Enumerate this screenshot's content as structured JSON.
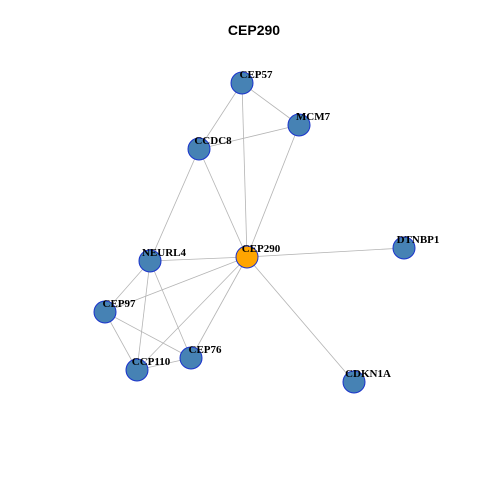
{
  "title": "CEP290",
  "colors": {
    "center_node": "#FFA500",
    "neighbor_node": "#4682B4",
    "node_border": "#1A33CC",
    "edge": "#B4B4B4"
  },
  "nodes": [
    {
      "id": "CEP290",
      "label": "CEP290",
      "role": "center"
    },
    {
      "id": "CEP57",
      "label": "CEP57",
      "role": "neighbor"
    },
    {
      "id": "MCM7",
      "label": "MCM7",
      "role": "neighbor"
    },
    {
      "id": "CCDC8",
      "label": "CCDC8",
      "role": "neighbor"
    },
    {
      "id": "NEURL4",
      "label": "NEURL4",
      "role": "neighbor"
    },
    {
      "id": "DTNBP1",
      "label": "DTNBP1",
      "role": "neighbor"
    },
    {
      "id": "CEP97",
      "label": "CEP97",
      "role": "neighbor"
    },
    {
      "id": "CEP76",
      "label": "CEP76",
      "role": "neighbor"
    },
    {
      "id": "CCP110",
      "label": "CCP110",
      "role": "neighbor"
    },
    {
      "id": "CDKN1A",
      "label": "CDKN1A",
      "role": "neighbor"
    }
  ],
  "edges": [
    [
      "CEP57",
      "MCM7"
    ],
    [
      "CEP57",
      "CCDC8"
    ],
    [
      "CEP57",
      "CEP290"
    ],
    [
      "MCM7",
      "CCDC8"
    ],
    [
      "MCM7",
      "CEP290"
    ],
    [
      "CCDC8",
      "CEP290"
    ],
    [
      "CCDC8",
      "NEURL4"
    ],
    [
      "NEURL4",
      "CEP290"
    ],
    [
      "NEURL4",
      "CEP97"
    ],
    [
      "NEURL4",
      "CCP110"
    ],
    [
      "NEURL4",
      "CEP76"
    ],
    [
      "CEP290",
      "DTNBP1"
    ],
    [
      "CEP290",
      "CEP97"
    ],
    [
      "CEP290",
      "CCP110"
    ],
    [
      "CEP290",
      "CEP76"
    ],
    [
      "CEP290",
      "CDKN1A"
    ],
    [
      "CEP97",
      "CCP110"
    ],
    [
      "CEP97",
      "CEP76"
    ],
    [
      "CCP110",
      "CEP76"
    ]
  ]
}
